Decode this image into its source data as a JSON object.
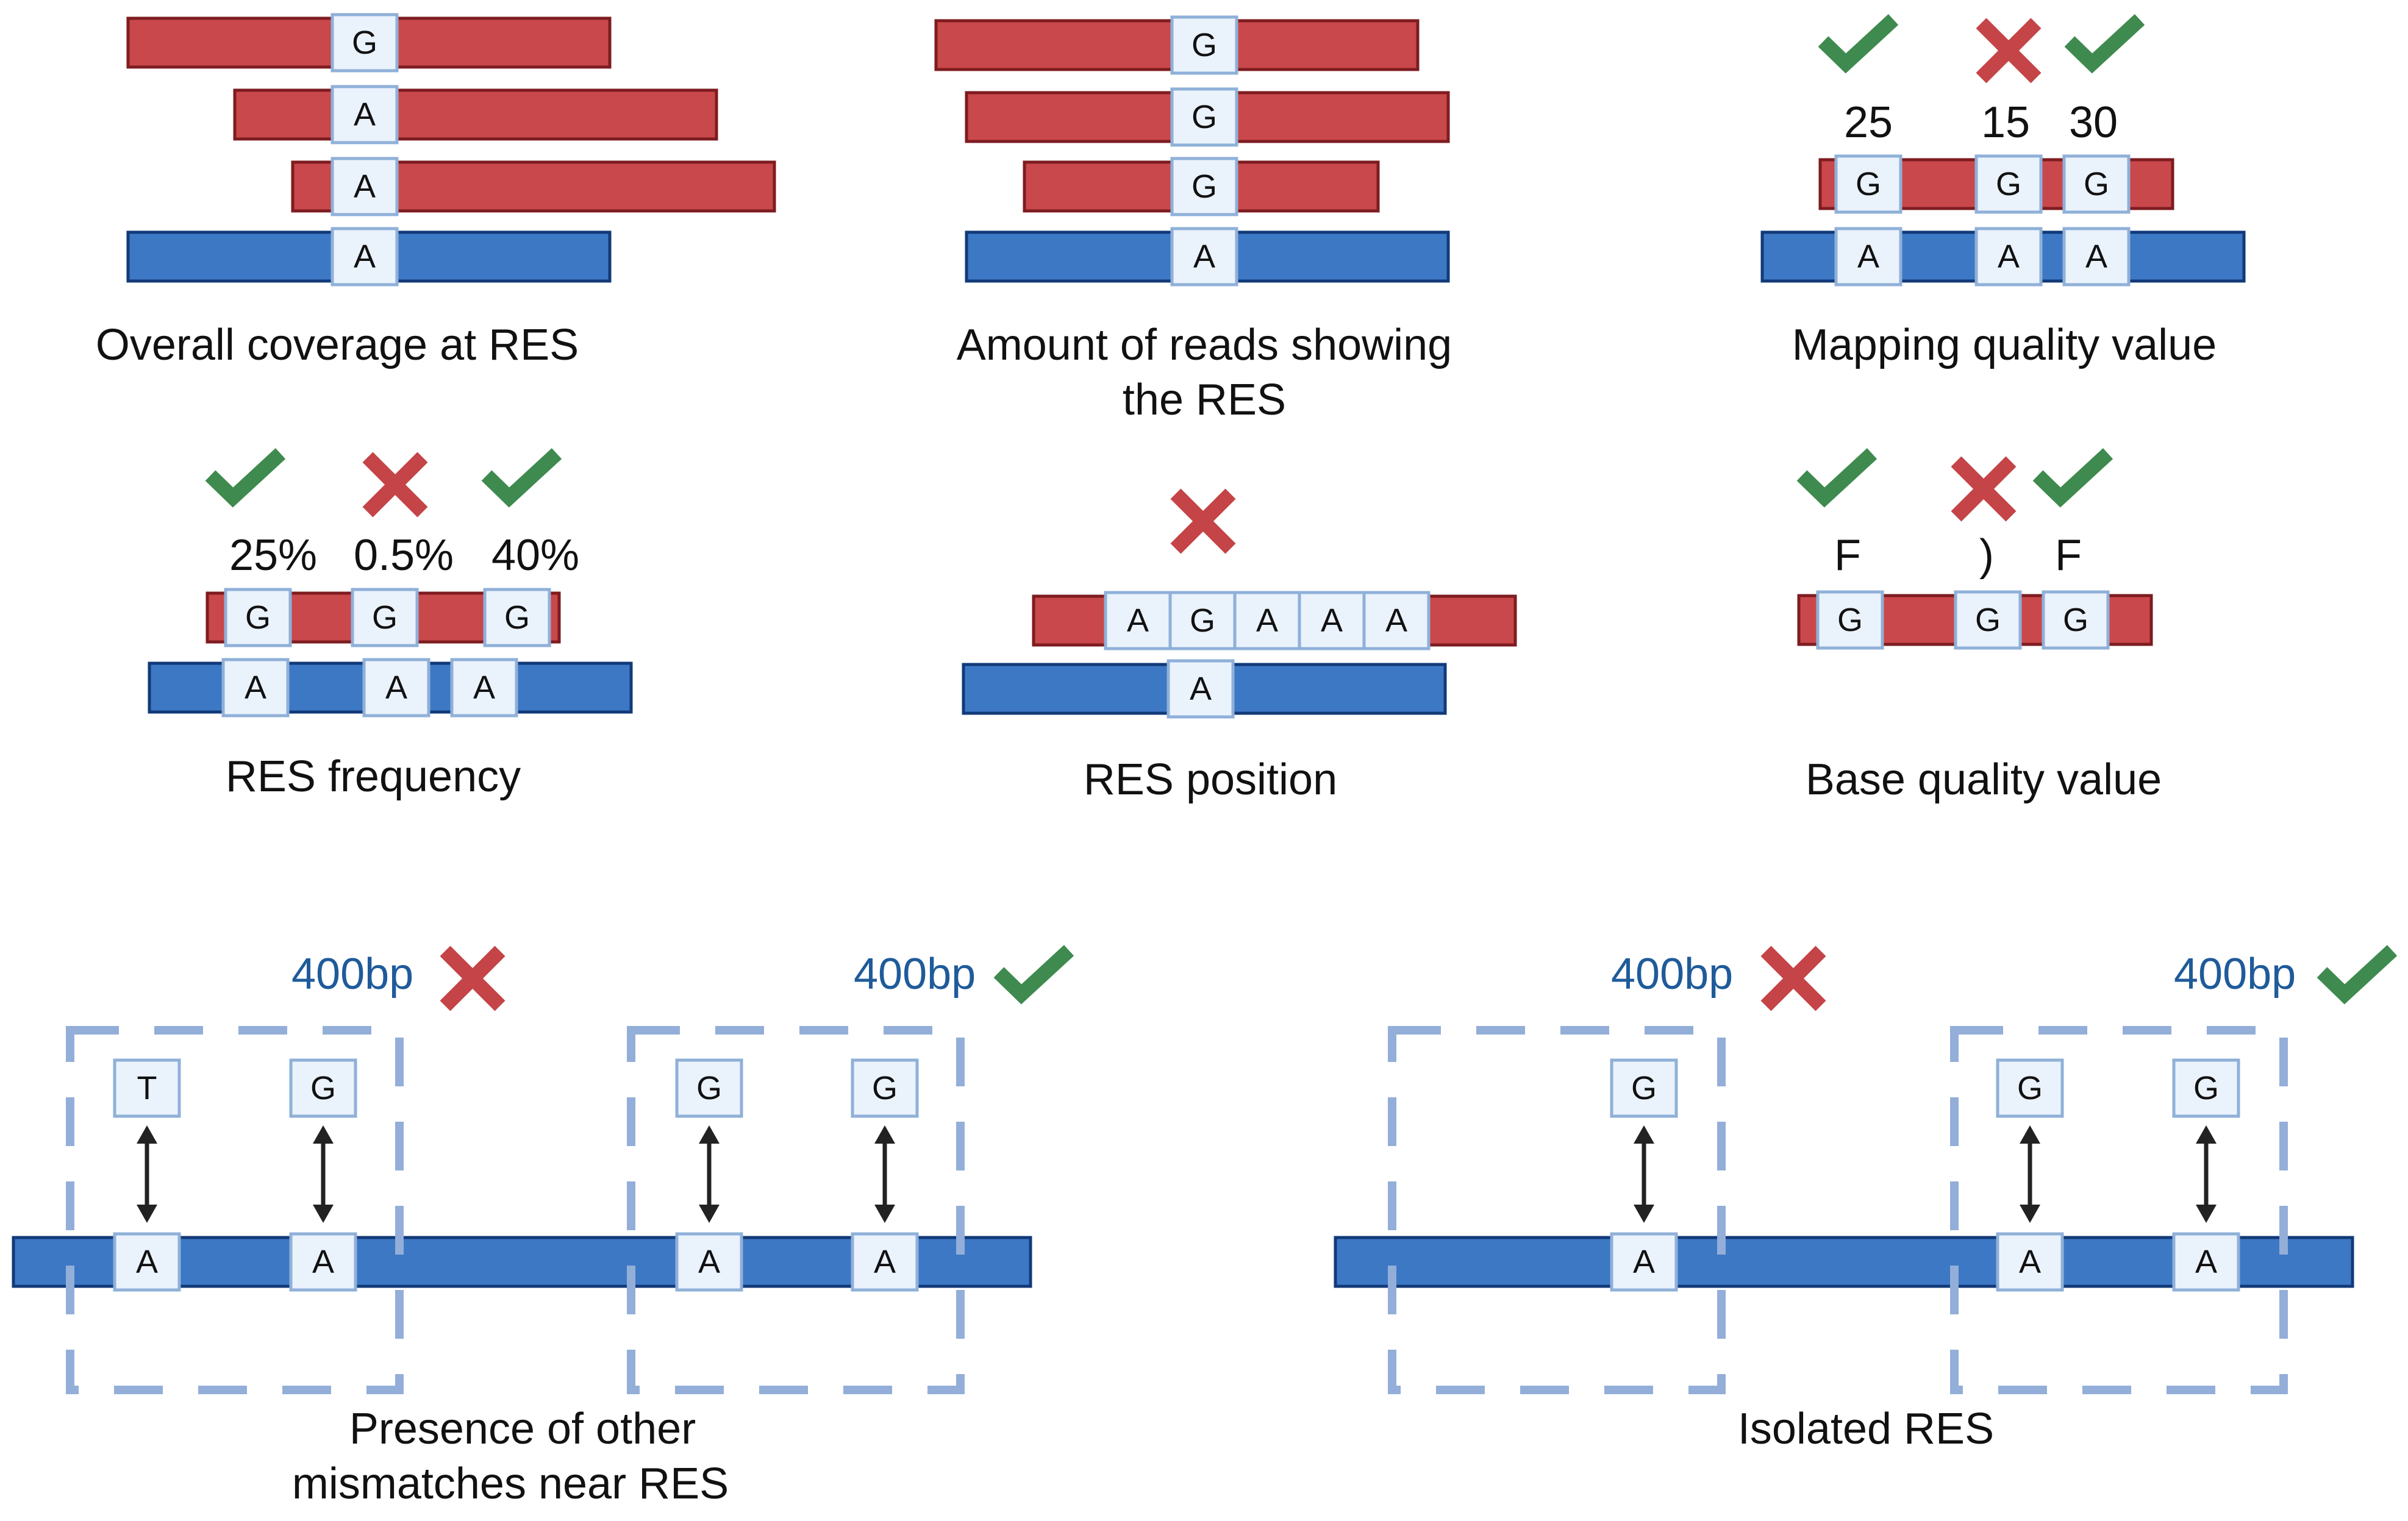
{
  "colors": {
    "read": "#c9484b",
    "reference": "#3d78c5",
    "base_box": "#eaf2fc",
    "pass": "#3f8a4f",
    "fail": "#c44447",
    "window": "#93aed8",
    "distance_text": "#1f5b9a"
  },
  "panels": {
    "coverage": {
      "caption": "Overall coverage at RES",
      "reads": [
        "G",
        "A",
        "A"
      ],
      "reference": "A"
    },
    "reads_showing": {
      "caption_line1": "Amount of reads showing",
      "caption_line2": "the RES",
      "reads": [
        "G",
        "G",
        "G"
      ],
      "reference": "A"
    },
    "mapping_quality": {
      "caption": "Mapping quality value",
      "values": [
        "25",
        "15",
        "30"
      ],
      "status": [
        "pass",
        "fail",
        "pass"
      ],
      "read_bases": [
        "G",
        "G",
        "G"
      ],
      "reference_bases": [
        "A",
        "A",
        "A"
      ]
    },
    "frequency": {
      "caption": "RES frequency",
      "values": [
        "25%",
        "0.5%",
        "40%"
      ],
      "status": [
        "pass",
        "fail",
        "pass"
      ],
      "read_bases": [
        "G",
        "G",
        "G"
      ],
      "reference_bases": [
        "A",
        "A",
        "A"
      ]
    },
    "position": {
      "caption": "RES position",
      "status": "fail",
      "read_bases": [
        "A",
        "G",
        "A",
        "A",
        "A"
      ],
      "reference": "A"
    },
    "base_quality": {
      "caption": "Base quality value",
      "values": [
        "F",
        ")",
        "F"
      ],
      "status": [
        "pass",
        "fail",
        "pass"
      ],
      "read_bases": [
        "G",
        "G",
        "G"
      ]
    },
    "other_mismatches": {
      "caption_line1": "Presence of other",
      "caption_line2": "mismatches near RES",
      "windows": [
        {
          "label": "400bp",
          "status": "fail",
          "read_bases": [
            "T",
            "G"
          ],
          "reference_bases": [
            "A",
            "A"
          ]
        },
        {
          "label": "400bp",
          "status": "pass",
          "read_bases": [
            "G",
            "G"
          ],
          "reference_bases": [
            "A",
            "A"
          ]
        }
      ]
    },
    "isolated": {
      "caption": "Isolated RES",
      "windows": [
        {
          "label": "400bp",
          "status": "fail",
          "read_bases": [
            "G"
          ],
          "reference_bases": [
            "A"
          ]
        },
        {
          "label": "400bp",
          "status": "pass",
          "read_bases": [
            "G",
            "G"
          ],
          "reference_bases": [
            "A",
            "A"
          ]
        }
      ]
    }
  }
}
